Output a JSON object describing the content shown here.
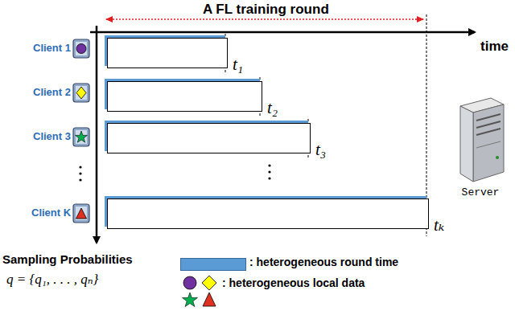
{
  "diagram": {
    "title": "A FL training round",
    "nodes": [
      {
        "text": [
          "t₁"
        ]
      },
      {
        "text": [
          "t₂"
        ]
      },
      {
        "text": [
          "t₃"
        ]
      },
      {
        "text": [
          "tₖ"
        ]
      },
      {
        "text": [
          "Server"
        ]
      }
    ],
    "labels": [
      "time",
      "Client 1",
      "Client 2",
      "Client 3",
      "Client K",
      "Sampling Probabilities",
      "q = {q₁, . . . , qₙ}"
    ],
    "legend": [
      {
        "text": ": heterogeneous round time",
        "color": "#5b9bd5"
      },
      {
        "text": ": heterogeneous local data"
      }
    ]
  }
}
